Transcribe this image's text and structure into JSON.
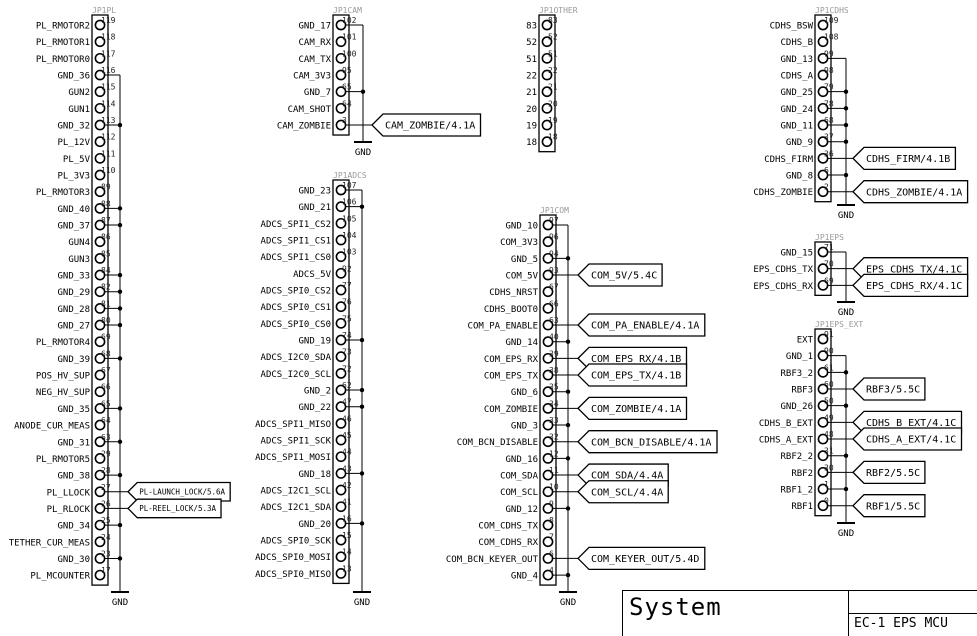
{
  "connectors": [
    {
      "id": "PL",
      "title": "JP1PL",
      "ground_label": "GND",
      "pins": [
        {
          "num": "119",
          "label": "PL_RMOTOR2"
        },
        {
          "num": "118",
          "label": "PL_RMOTOR1"
        },
        {
          "num": "117",
          "label": "PL_RMOTOR0"
        },
        {
          "num": "116",
          "label": "GND_36",
          "g": 1
        },
        {
          "num": "115",
          "label": "GUN2"
        },
        {
          "num": "114",
          "label": "GUN1"
        },
        {
          "num": "113",
          "label": "GND_32",
          "g": 1
        },
        {
          "num": "112",
          "label": "PL_12V"
        },
        {
          "num": "111",
          "label": "PL_5V"
        },
        {
          "num": "110",
          "label": "PL_3V3"
        },
        {
          "num": "89",
          "label": "PL_RMOTOR3"
        },
        {
          "num": "88",
          "label": "GND_40",
          "g": 1
        },
        {
          "num": "87",
          "label": "GND_37",
          "g": 1
        },
        {
          "num": "86",
          "label": "GUN4"
        },
        {
          "num": "85",
          "label": "GUN3"
        },
        {
          "num": "84",
          "label": "GND_33",
          "g": 1
        },
        {
          "num": "82",
          "label": "GND_29",
          "g": 1
        },
        {
          "num": "81",
          "label": "GND_28",
          "g": 1
        },
        {
          "num": "80",
          "label": "GND_27",
          "g": 1
        },
        {
          "num": "69",
          "label": "PL_RMOTOR4"
        },
        {
          "num": "68",
          "label": "GND_39",
          "g": 1
        },
        {
          "num": "67",
          "label": "POS_HV_SUP"
        },
        {
          "num": "66",
          "label": "NEG_HV_SUP"
        },
        {
          "num": "65",
          "label": "GND_35",
          "g": 1
        },
        {
          "num": "64",
          "label": "ANODE_CUR_MEAS"
        },
        {
          "num": "63",
          "label": "GND_31",
          "g": 1
        },
        {
          "num": "29",
          "label": "PL_RMOTOR5"
        },
        {
          "num": "28",
          "label": "GND_38",
          "g": 1
        },
        {
          "num": "27",
          "label": "PL_LLOCK",
          "net": "PL-LAUNCH_LOCK/5.6A"
        },
        {
          "num": "26",
          "label": "PL_RLOCK",
          "net": "PL-REEL_LOCK/5.3A"
        },
        {
          "num": "25",
          "label": "GND_34",
          "g": 1
        },
        {
          "num": "24",
          "label": "TETHER_CUR_MEAS"
        },
        {
          "num": "23",
          "label": "GND_30",
          "g": 1
        },
        {
          "num": "17",
          "label": "PL_MCOUNTER"
        }
      ]
    },
    {
      "id": "CAM",
      "title": "JP1CAM",
      "ground_label": "GND",
      "pins": [
        {
          "num": "102",
          "label": "GND_17",
          "g": 1
        },
        {
          "num": "101",
          "label": "CAM_RX"
        },
        {
          "num": "100",
          "label": "CAM_TX"
        },
        {
          "num": "95",
          "label": "CAM_3V3"
        },
        {
          "num": "65",
          "label": "GND_7",
          "g": 1
        },
        {
          "num": "64",
          "label": "CAM_SHOT"
        },
        {
          "num": "3",
          "label": "CAM_ZOMBIE",
          "net": "CAM_ZOMBIE/4.1A"
        }
      ]
    },
    {
      "id": "ADCS",
      "title": "JP1ADCS",
      "ground_label": "GND",
      "pins": [
        {
          "num": "107",
          "label": "GND_23",
          "g": 1
        },
        {
          "num": "106",
          "label": "GND_21",
          "g": 1
        },
        {
          "num": "105",
          "label": "ADCS_SPI1_CS2"
        },
        {
          "num": "104",
          "label": "ADCS_SPI1_CS1"
        },
        {
          "num": "103",
          "label": "ADCS_SPI1_CS0"
        },
        {
          "num": "92",
          "label": "ADCS_5V"
        },
        {
          "num": "77",
          "label": "ADCS_SPI0_CS2"
        },
        {
          "num": "76",
          "label": "ADCS_SPI0_CS1"
        },
        {
          "num": "75",
          "label": "ADCS_SPI0_CS0"
        },
        {
          "num": "74",
          "label": "GND_19",
          "g": 1
        },
        {
          "num": "73",
          "label": "ADCS_I2C0_SDA"
        },
        {
          "num": "72",
          "label": "ADCS_I2C0_SCL"
        },
        {
          "num": "62",
          "label": "GND_2",
          "g": 1
        },
        {
          "num": "47",
          "label": "GND_22",
          "g": 1
        },
        {
          "num": "46",
          "label": "ADCS_SPI1_MISO"
        },
        {
          "num": "45",
          "label": "ADCS_SPI1_SCK"
        },
        {
          "num": "44",
          "label": "ADCS_SPI1_MOSI"
        },
        {
          "num": "43",
          "label": "GND_18",
          "g": 1
        },
        {
          "num": "42",
          "label": "ADCS_I2C1_SCL"
        },
        {
          "num": "41",
          "label": "ADCS_I2C1_SDA"
        },
        {
          "num": "16",
          "label": "GND_20",
          "g": 1
        },
        {
          "num": "15",
          "label": "ADCS_SPI0_SCK"
        },
        {
          "num": "14",
          "label": "ADCS_SPI0_MOSI"
        },
        {
          "num": "13",
          "label": "ADCS_SPI0_MISO"
        }
      ]
    },
    {
      "id": "OTHER",
      "title": "JP1OTHER",
      "pins": [
        {
          "num": "83",
          "label": "83"
        },
        {
          "num": "52",
          "label": "52"
        },
        {
          "num": "51",
          "label": "51"
        },
        {
          "num": "22",
          "label": "22"
        },
        {
          "num": "21",
          "label": "21"
        },
        {
          "num": "20",
          "label": "20"
        },
        {
          "num": "19",
          "label": "19"
        },
        {
          "num": "18",
          "label": "18"
        }
      ]
    },
    {
      "id": "COM",
      "title": "JP1COM",
      "ground_label": "GND",
      "pins": [
        {
          "num": "97",
          "label": "GND_10",
          "g": 1
        },
        {
          "num": "96",
          "label": "COM_3V3"
        },
        {
          "num": "94",
          "label": "GND_5",
          "g": 1
        },
        {
          "num": "93",
          "label": "COM_5V",
          "net": "COM_5V/5.4C"
        },
        {
          "num": "67",
          "label": "CDHS_NRST"
        },
        {
          "num": "66",
          "label": "CDHS_BOOT0"
        },
        {
          "num": "63",
          "label": "COM_PA_ENABLE",
          "net": "COM_PA_ENABLE/4.1A"
        },
        {
          "num": "40",
          "label": "GND_14",
          "g": 1
        },
        {
          "num": "39",
          "label": "COM_EPS_RX",
          "net": "COM_EPS_RX/4.1B"
        },
        {
          "num": "38",
          "label": "COM_EPS_TX",
          "net": "COM_EPS_TX/4.1B"
        },
        {
          "num": "35",
          "label": "GND_6",
          "g": 1
        },
        {
          "num": "34",
          "label": "COM_ZOMBIE",
          "net": "COM_ZOMBIE/4.1A"
        },
        {
          "num": "33",
          "label": "GND_3",
          "g": 1
        },
        {
          "num": "32",
          "label": "COM_BCN_DISABLE",
          "net": "COM_BCN_DISABLE/4.1A"
        },
        {
          "num": "12",
          "label": "GND_16",
          "g": 1
        },
        {
          "num": "11",
          "label": "COM_SDA",
          "net": "COM_SDA/4.4A"
        },
        {
          "num": "10",
          "label": "COM_SCL",
          "net": "COM_SCL/4.4A"
        },
        {
          "num": "9",
          "label": "GND_12",
          "g": 1
        },
        {
          "num": "8",
          "label": "COM_CDHS_TX"
        },
        {
          "num": "7",
          "label": "COM_CDHS_RX"
        },
        {
          "num": "6",
          "label": "COM_BCN_KEYER_OUT",
          "net": "COM_KEYER_OUT/5.4D"
        },
        {
          "num": "4",
          "label": "GND_4",
          "g": 1
        }
      ]
    },
    {
      "id": "CDHS",
      "title": "JP1CDHS",
      "ground_label": "GND",
      "pins": [
        {
          "num": "109",
          "label": "CDHS_BSW"
        },
        {
          "num": "108",
          "label": "CDHS_B"
        },
        {
          "num": "99",
          "label": "GND_13",
          "g": 1
        },
        {
          "num": "98",
          "label": "CDHS_A"
        },
        {
          "num": "79",
          "label": "GND_25",
          "g": 1
        },
        {
          "num": "78",
          "label": "GND_24",
          "g": 1
        },
        {
          "num": "68",
          "label": "GND_11",
          "g": 1
        },
        {
          "num": "37",
          "label": "GND_9",
          "g": 1
        },
        {
          "num": "36",
          "label": "CDHS_FIRM",
          "net": "CDHS_FIRM/4.1B"
        },
        {
          "num": "6",
          "label": "GND_8",
          "g": 1
        },
        {
          "num": "2",
          "label": "CDHS_ZOMBIE",
          "net": "CDHS_ZOMBIE/4.1A"
        }
      ]
    },
    {
      "id": "EPS",
      "title": "JP1EPS",
      "ground_label": "GND",
      "pins": [
        {
          "num": "71",
          "label": "GND_15",
          "g": 1
        },
        {
          "num": "70",
          "label": "EPS_CDHS_TX",
          "net": "EPS_CDHS_TX/4.1C"
        },
        {
          "num": "69",
          "label": "EPS_CDHS_RX",
          "net": "EPS_CDHS_RX/4.1C"
        }
      ]
    },
    {
      "id": "EPS_EXT",
      "title": "JP1EPS_EXT",
      "ground_label": "GND",
      "pins": [
        {
          "num": "91",
          "label": "EXT"
        },
        {
          "num": "90",
          "label": "GND_1",
          "g": 1
        },
        {
          "num": "61",
          "label": "RBF3_2",
          "g": 1
        },
        {
          "num": "60",
          "label": "RBF3",
          "net": "RBF3/5.5C"
        },
        {
          "num": "50",
          "label": "GND_26",
          "g": 1
        },
        {
          "num": "49",
          "label": "CDHS_B_EXT",
          "net": "CDHS_B_EXT/4.1C"
        },
        {
          "num": "48",
          "label": "CDHS_A_EXT",
          "net": "CDHS_A_EXT/4.1C"
        },
        {
          "num": "31",
          "label": "RBF2_2",
          "g": 1
        },
        {
          "num": "30",
          "label": "RBF2",
          "net": "RBF2/5.5C"
        },
        {
          "num": "1",
          "label": "RBF1_2",
          "g": 1
        },
        {
          "num": "0",
          "label": "RBF1",
          "net": "RBF1/5.5C"
        }
      ]
    }
  ],
  "title_block": {
    "title": "System",
    "subtitle": "EC-1 EPS MCU"
  }
}
